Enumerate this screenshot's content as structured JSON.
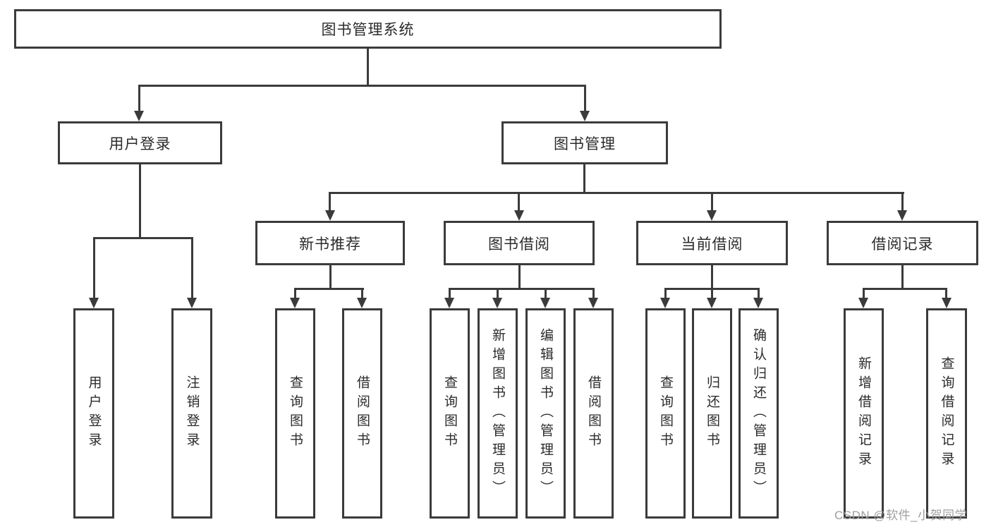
{
  "diagram": {
    "title": "图书管理系统",
    "nodes": {
      "root": "图书管理系统",
      "user_login": "用户登录",
      "book_mgmt": "图书管理",
      "new_book_rec": "新书推荐",
      "book_borrow": "图书借阅",
      "current_borrow": "当前借阅",
      "borrow_records": "借阅记录",
      "leaf_user_login": "用户登录",
      "leaf_logout": "注销登录",
      "leaf_rec_query_books": "查询图书",
      "leaf_rec_borrow_books": "借阅图书",
      "leaf_bb_query_books": "查询图书",
      "leaf_bb_add_books": "新增图书（管理员）",
      "leaf_bb_edit_books": "编辑图书（管理员）",
      "leaf_bb_borrow_books": "借阅图书",
      "leaf_cb_query_books": "查询图书",
      "leaf_cb_return_books": "归还图书",
      "leaf_cb_confirm_return": "确认归还（管理员）",
      "leaf_br_add_record": "新增借阅记录",
      "leaf_br_query_record": "查询借阅记录"
    },
    "colors": {
      "line": "#3b3b3b",
      "text": "#2b2b2b",
      "watermark": "#9e9e9e",
      "background": "#ffffff"
    },
    "watermark": "CSDN @软件_小贺同学"
  }
}
